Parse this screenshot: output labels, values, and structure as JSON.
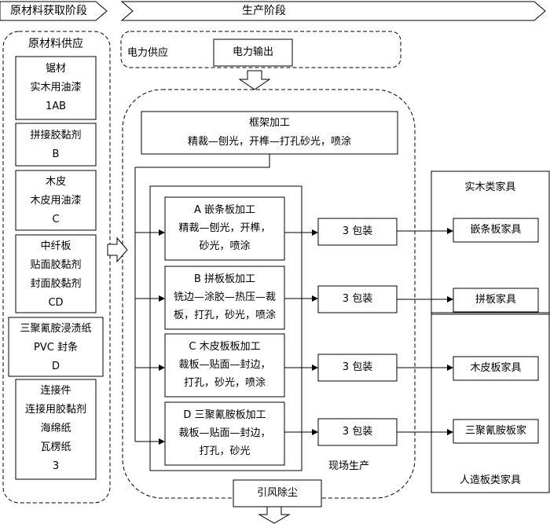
{
  "stages": {
    "raw": "原材料获取阶段",
    "production": "生产阶段"
  },
  "raw_supply": {
    "title": "原材料供应",
    "materials": [
      [
        "锯材",
        "实木用油漆",
        "1AB"
      ],
      [
        "拼接胶黏剂",
        "B"
      ],
      [
        "木皮",
        "木皮用油漆",
        "C"
      ],
      [
        "中纤板",
        "贴面胶黏剂",
        "封面胶黏剂",
        "CD"
      ],
      [
        "三聚氰胺浸渍纸",
        "PVC 封条",
        "D"
      ],
      [
        "连接件",
        "连接用胶黏剂",
        "海绵纸",
        "瓦楞纸",
        "3"
      ]
    ]
  },
  "power": {
    "supply_label": "电力供应",
    "output_label": "电力输出"
  },
  "frame": {
    "title": "框架加工",
    "steps": "精裁—刨光，开榫—打孔砂光，喷涂"
  },
  "processes": [
    {
      "lines": [
        "A  嵌条板加工",
        "精裁—刨光，开榫，",
        "砂光，喷涂"
      ],
      "pack": "3  包装",
      "product": "嵌条板家具"
    },
    {
      "lines": [
        "B  拼板板加工",
        "铣边—涂胶—热压—裁",
        "板，打孔，砂光，喷涂"
      ],
      "pack": "3  包装",
      "product": "拼板家具"
    },
    {
      "lines": [
        "C  木皮板板加工",
        "裁板—贴面—封边，",
        "打孔，砂光，喷涂"
      ],
      "pack": "3  包装",
      "product": "木皮板家具"
    },
    {
      "lines": [
        "D  三聚氰胺板加工",
        "裁板—贴面—封边，",
        "打孔，砂光"
      ],
      "pack": "3  包装",
      "product": "三聚氰胺板家"
    }
  ],
  "site_label": "现场生产",
  "dust_label": "引风除尘",
  "categories": {
    "solid_wood": "实木类家具",
    "panel": "人造板类家具"
  }
}
